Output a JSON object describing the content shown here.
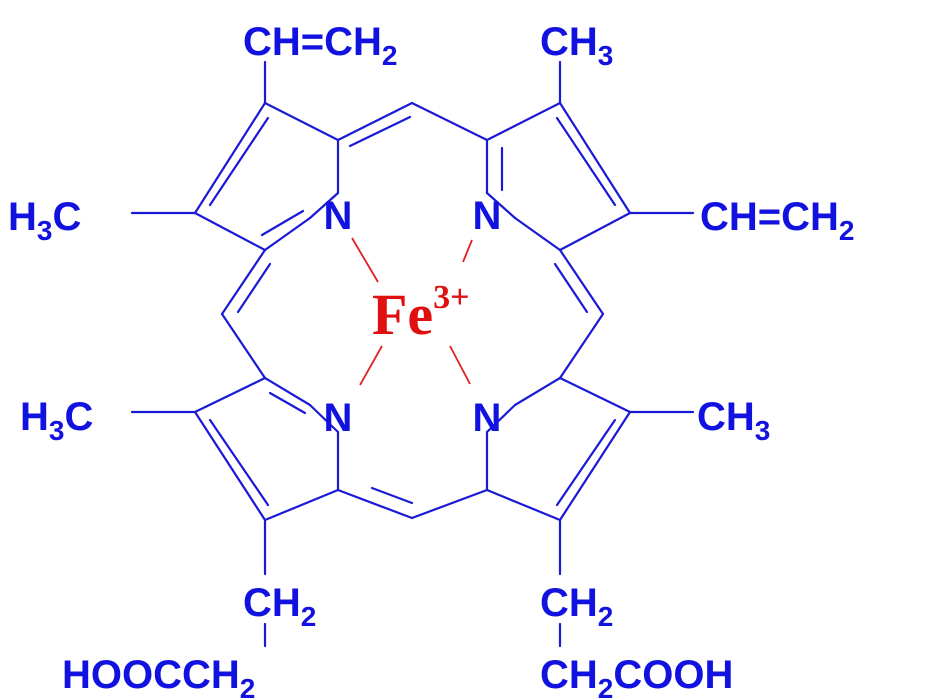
{
  "molecule": {
    "metal": {
      "symbol": "Fe",
      "charge": "3+"
    },
    "ring_nitrogens": [
      "N",
      "N",
      "N",
      "N"
    ],
    "substituents": {
      "top_left_vinyl": {
        "main": "CH=CH",
        "sub": "2"
      },
      "top_right_methyl": {
        "main": "CH",
        "sub": "3"
      },
      "left_upper_methyl": {
        "pre": "H",
        "sub": "3",
        "post": "C"
      },
      "right_upper_vinyl": {
        "main": "CH=CH",
        "sub": "2"
      },
      "left_lower_methyl": {
        "pre": "H",
        "sub": "3",
        "post": "C"
      },
      "right_lower_methyl": {
        "main": "CH",
        "sub": "3"
      },
      "bottom_left_ch2": {
        "main": "CH",
        "sub": "2"
      },
      "bottom_left_chain": {
        "pre": "HOOCCH",
        "sub": "2"
      },
      "bottom_right_ch2": {
        "main": "CH",
        "sub": "2"
      },
      "bottom_right_chain": {
        "pre": "CH",
        "sub": "2",
        "post": "COOH"
      }
    }
  },
  "colors": {
    "structure": "#1212e0",
    "metal": "#e01010"
  }
}
